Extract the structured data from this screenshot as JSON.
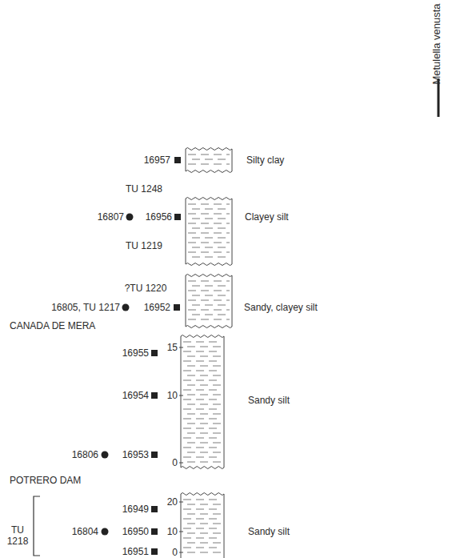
{
  "diagram": {
    "labels": [
      "16957",
      "Silty clay",
      "TU 1248",
      "16807",
      "16956",
      "TU 1219",
      "Clayey silt",
      "?TU 1220",
      "16805, TU 1217",
      "16952",
      "Sandy, clayey silt",
      "CANADA DE MERA",
      "15",
      "16955",
      "10",
      "16954",
      "Sandy silt",
      "16806",
      "16953",
      "0",
      "POTRERO DAM",
      "20",
      "16949",
      "TU 1218",
      "16804",
      "16950",
      "10",
      "Sandy silt",
      "16951",
      "0",
      "Metulella venusta"
    ]
  }
}
